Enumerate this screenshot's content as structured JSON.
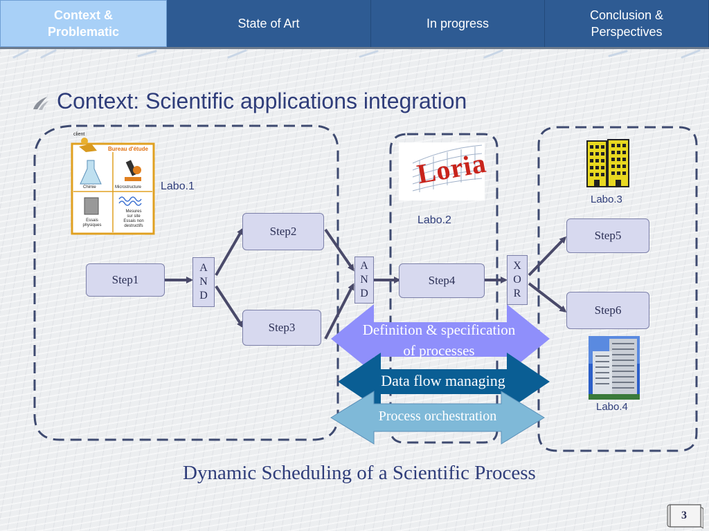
{
  "nav": {
    "tabs": [
      {
        "label": "Context &\nProblematic",
        "active": true
      },
      {
        "label": "State of Art",
        "active": false
      },
      {
        "label": "In progress",
        "active": false
      },
      {
        "label": "Conclusion &\nPerspectives",
        "active": false
      }
    ]
  },
  "heading": "Context: Scientific applications integration",
  "steps": {
    "step1": "Step1",
    "step2": "Step2",
    "step3": "Step3",
    "step4": "Step4",
    "step5": "Step5",
    "step6": "Step6"
  },
  "gates": {
    "and1": [
      "A",
      "N",
      "D"
    ],
    "and2": [
      "A",
      "N",
      "D"
    ],
    "xor": [
      "X",
      "O",
      "R"
    ]
  },
  "labs": {
    "labo1": "Labo.1",
    "labo2": "Labo.2",
    "labo3": "Labo.3",
    "labo4": "Labo.4"
  },
  "bureau_image": {
    "client": "client",
    "title": "Bureau d'étude",
    "chimie": "Chimie",
    "microstructure": "Microstructure",
    "essais": "Essais\nphysiques",
    "mesures": "Mesures\nsur site\nEssais non\ndestructifs"
  },
  "loria_logo": "Loria",
  "big_arrows": {
    "definition": "Definition & specification\nof  processes",
    "dataflow": "Data flow managing",
    "orchestration": "Process orchestration"
  },
  "caption": "Dynamic Scheduling of a Scientific Process",
  "page_number": "3",
  "colors": {
    "nav_bg": "#2e5b93",
    "nav_active": "#a8d0f7",
    "step_fill": "#d7d9ef",
    "arrow_definition": "#8f8ffb",
    "arrow_dataflow": "#0a5e94",
    "arrow_orchestration": "#7fb9d8"
  }
}
